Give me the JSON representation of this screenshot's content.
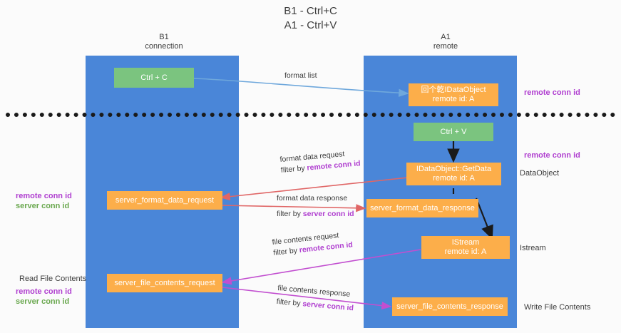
{
  "title": "B1 - Ctrl+C\nA1 - Ctrl+V",
  "lanes": {
    "left": {
      "name": "B1",
      "sub": "connection",
      "header": "B1\nconnection"
    },
    "right": {
      "name": "A1",
      "sub": "remote",
      "header": "A1\nremote"
    }
  },
  "boxes": {
    "ctrl_c": {
      "line1": "Ctrl + C",
      "color": "#7bc47f"
    },
    "ctrl_v": {
      "line1": "Ctrl + V",
      "color": "#7bc47f"
    },
    "idataobject": {
      "line1": "回个亁IDataObject",
      "line2": "remote id: A",
      "color": "#fcae4a"
    },
    "getdata": {
      "line1": "IDataObject::GetData",
      "line2": "remote id: A",
      "color": "#fcae4a"
    },
    "istream": {
      "line1": "IStream",
      "line2": "remote id: A",
      "color": "#fcae4a"
    },
    "server_format_data_request": {
      "line1": "server_format_data_request",
      "color": "#fcae4a"
    },
    "server_format_data_response": {
      "line1": "server_format_data_response",
      "color": "#fcae4a"
    },
    "server_file_contents_request": {
      "line1": "server_file_contents_request",
      "color": "#fcae4a"
    },
    "server_file_contents_response": {
      "line1": "server_file_contents_response",
      "color": "#fcae4a"
    }
  },
  "arrow_labels": {
    "format_list": "format list",
    "format_data_request": "format data request",
    "format_data_request_filter_prefix": "filter by ",
    "format_data_request_filter_key": "remote conn id",
    "format_data_response": "format data response",
    "format_data_response_filter_prefix": "filter by ",
    "format_data_response_filter_key": "server conn id",
    "file_contents_request": "file contents request",
    "file_contents_request_filter_prefix": "filter by ",
    "file_contents_request_filter_key": "remote conn id",
    "file_contents_response": "file contents response",
    "file_contents_response_filter_prefix": "filter by ",
    "file_contents_response_filter_key": "server conn id"
  },
  "side_labels": {
    "right_remote_conn_id_top": "remote conn id",
    "right_remote_conn_id_mid": "remote conn id",
    "right_dataobject": "DataObject",
    "right_istream": "Istream",
    "right_write_file_contents": "Write File Contents",
    "left_remote_conn_id": "remote conn id",
    "left_server_conn_id": "server conn id",
    "left_read_file_contents": "Read File Contents",
    "left_remote_conn_id_2": "remote conn id",
    "left_server_conn_id_2": "server conn id"
  },
  "colors": {
    "lane": "#4a86d8",
    "green_box": "#7bc47f",
    "orange_box": "#fcae4a",
    "purple": "#b03fd0",
    "green_text": "#6aa84f",
    "arrow_blue": "#6fa8dc",
    "arrow_red": "#e06666",
    "arrow_magenta": "#c24fd0",
    "arrow_black": "#1a1a1a",
    "background": "#fbfbfb"
  }
}
